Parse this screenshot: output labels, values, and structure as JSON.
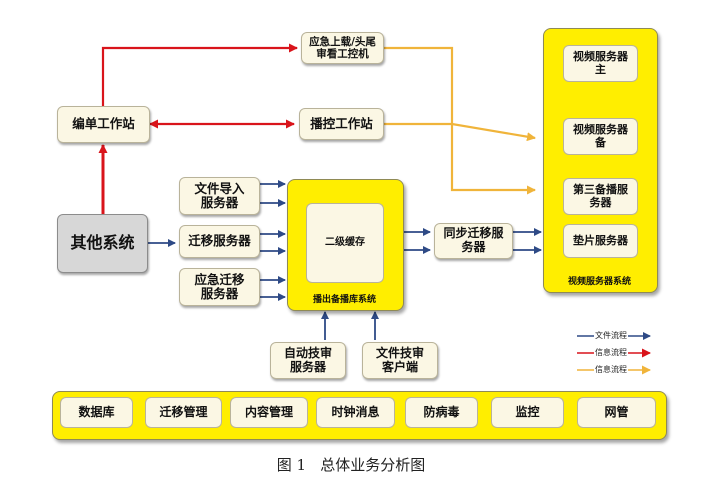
{
  "colors": {
    "file_flow": "#2e4a86",
    "signal_flow": "#d9141b",
    "info_flow": "#f0b43a",
    "panel_yellow": "#ffee00",
    "box_cream": "#fbf7e4",
    "box_gray": "#d7d7d7"
  },
  "nodes": {
    "emergency_upload": "应急上载/头尾\n审看工控机",
    "editing_station": "编单工作站",
    "playout_control": "播控工作站",
    "file_import": "文件导入\n服务器",
    "migration_server": "迁移服务器",
    "emergency_migration": "应急迁移\n服务器",
    "other_systems": "其他系统",
    "secondary_cache": "二级缓存",
    "playout_library": "播出备播库系统",
    "sync_migration": "同步迁移服\n务器",
    "video_main": "视频服务器\n主",
    "video_backup": "视频服务器\n备",
    "third_backup": "第三备播服\n务器",
    "filler_server": "垫片服务器",
    "video_system": "视频服务器系统",
    "auto_tech_review": "自动技审\n服务器",
    "file_tech_review": "文件技审\n客户端"
  },
  "legend": {
    "file_flow": "文件流程",
    "signal_flow": "信息流程",
    "info_flow": "信息流程"
  },
  "bottom_bar": [
    "数据库",
    "迁移管理",
    "内容管理",
    "时钟消息",
    "防病毒",
    "监控",
    "网管"
  ],
  "caption": "图 1   总体业务分析图"
}
